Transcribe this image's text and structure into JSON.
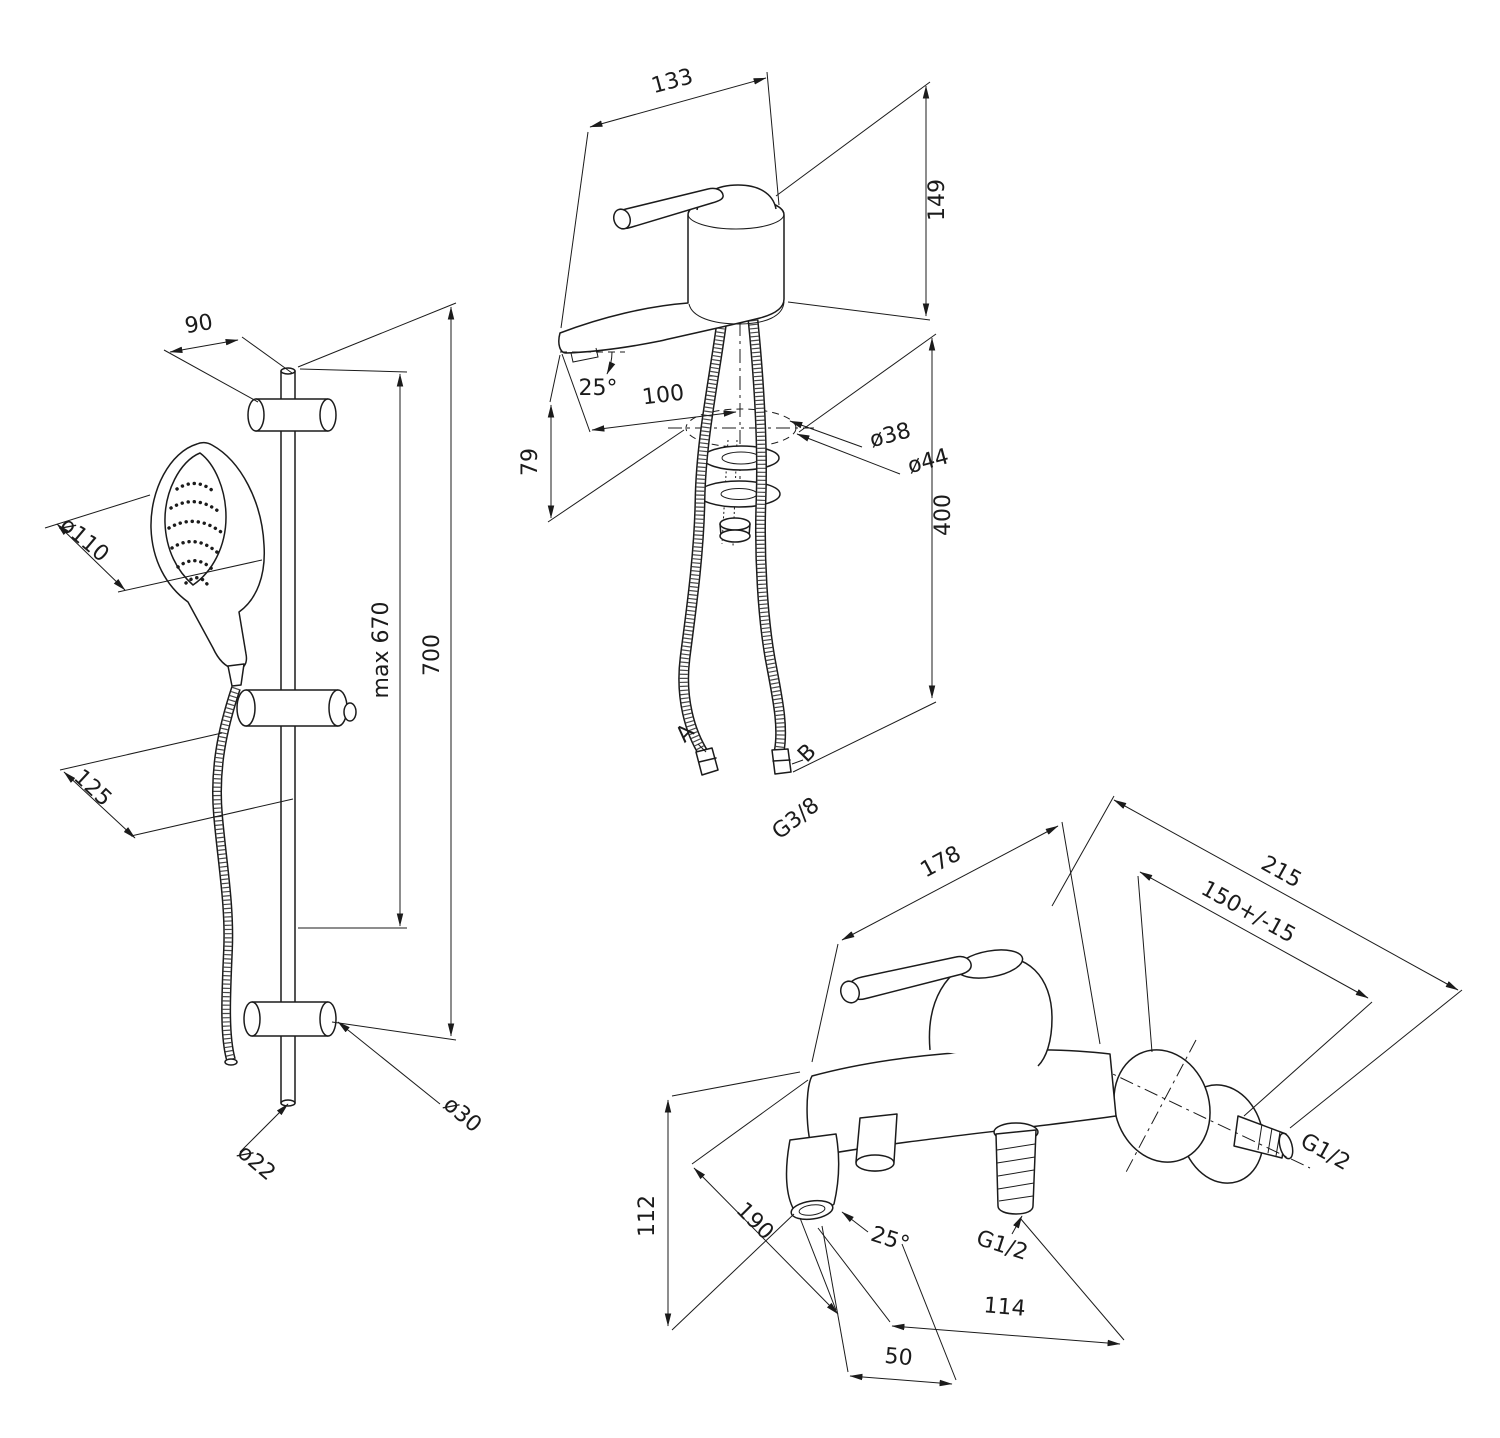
{
  "page": {
    "background": "#ffffff",
    "line_color": "#1b1b1b"
  },
  "shower_set": {
    "bracket_offset": "90",
    "head_diameter": "ø110",
    "hose_offset": "125",
    "max_slider_height": "max 670",
    "bar_length": "700",
    "bar_diameter": "ø22",
    "bracket_diameter": "ø30"
  },
  "basin_mixer": {
    "overall_length": "133",
    "height": "149",
    "spout_angle": "25°",
    "spout_reach": "100",
    "spout_height": "79",
    "hole_min": "ø38",
    "hole_max": "ø44",
    "hose_length": "400",
    "hose_label_a": "A",
    "hose_label_b": "B",
    "hose_thread": "G3/8"
  },
  "bath_mixer": {
    "body_width": "178",
    "overall_width": "215",
    "centers": "150+/-15",
    "wall_thread": "G1/2",
    "height": "112",
    "depth": "190",
    "spout_angle": "25°",
    "outlet_thread": "G1/2",
    "spout_to_outlet": "114",
    "outlet_offset": "50"
  }
}
